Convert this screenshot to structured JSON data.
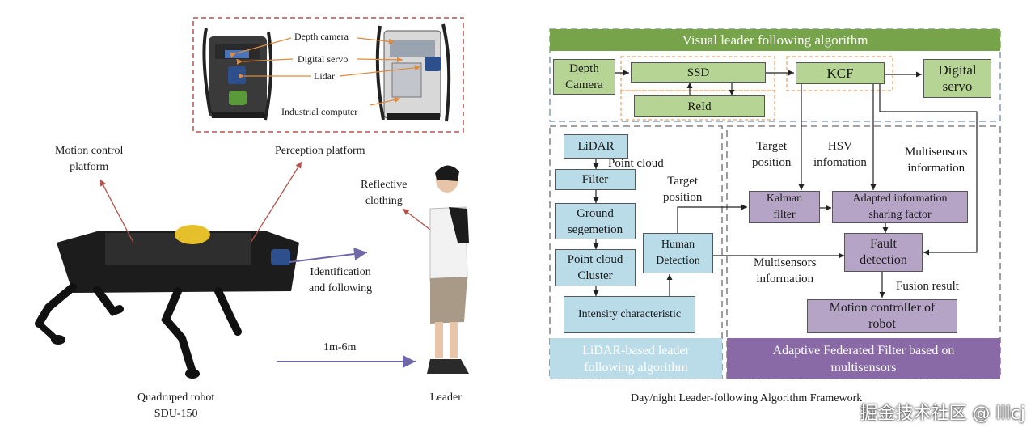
{
  "left": {
    "perception_labels": [
      "Depth camera",
      "Digital servo",
      "Lidar",
      "Industrial computer"
    ],
    "motion_control_platform": "Motion control\nplatform",
    "perception_platform": "Perception platform",
    "reflective_clothing": "Reflective\nclothing",
    "identification": "Identification\nand following",
    "distance": "1m-6m",
    "robot_caption": "Quadruped robot\nSDU-150",
    "leader_caption": "Leader"
  },
  "right": {
    "visual_title": "Visual leader following algorithm",
    "depth_camera": "Depth\nCamera",
    "ssd": "SSD",
    "reid": "ReId",
    "kcf": "KCF",
    "digital_servo": "Digital\nservo",
    "lidar": "LiDAR",
    "point_cloud": "Point cloud",
    "filter": "Filter",
    "ground_seg": "Ground\nsegemetion",
    "pc_cluster": "Point cloud\nCluster",
    "intensity": "Intensity characteristic",
    "human_detection": "Human\nDetection",
    "target_position_1": "Target\nposition",
    "target_position_2": "Target\nposition",
    "hsv": "HSV\ninfomation",
    "multisensors_info_1": "Multisensors\ninformation",
    "multisensors_info_2": "Multisensors\ninformation",
    "kalman": "Kalman\nfilter",
    "adapted": "Adapted information\nsharing factor",
    "fault": "Fault\ndetection",
    "fusion_result": "Fusion result",
    "motion_controller": "Motion controller of\nrobot",
    "lidar_banner": "LiDAR-based leader\nfollowing algorithm",
    "adaptive_banner": "Adaptive Federated Filter based on\nmultisensors",
    "framework_caption": "Day/night Leader-following Algorithm Framework"
  },
  "watermark": "掘金技术社区 @ lllcj",
  "colors": {
    "green": "#b6d493",
    "blue": "#b9dce8",
    "purple": "#b6a4c6",
    "banner_green": "#77a44a",
    "banner_purple": "#8a6aa6",
    "arrow_purple": "#6f67a8",
    "arrow_red": "#b5524a",
    "arrow_orange": "#e08a3c"
  }
}
